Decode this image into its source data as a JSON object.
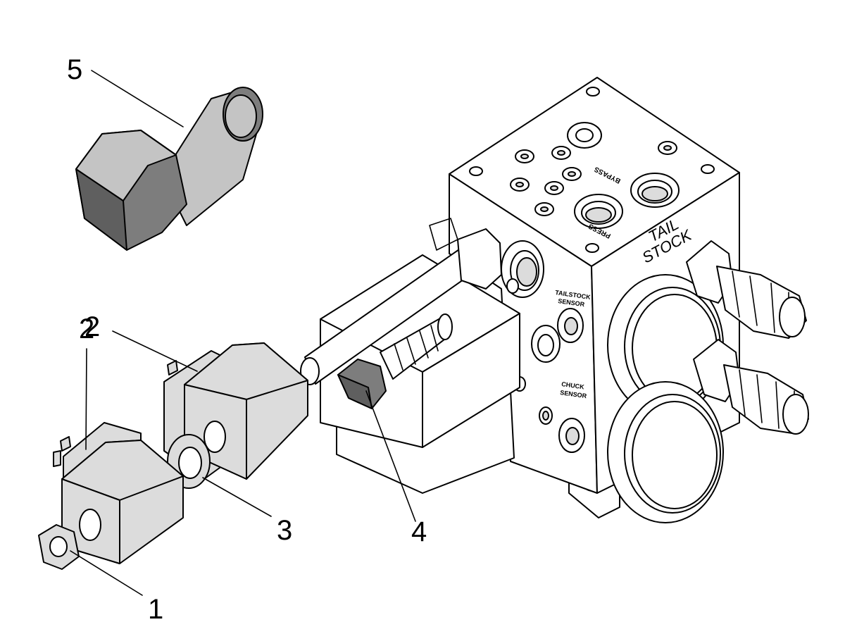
{
  "callouts": {
    "c1": "1",
    "c2a": "2",
    "c2b": "2",
    "c3": "3",
    "c4": "4",
    "c5": "5"
  },
  "manifold_labels": {
    "bypass": "BYPASS",
    "press": "PRESS",
    "tail_stock_1": "TAIL",
    "tail_stock_2": "STOCK",
    "tailstock_sensor_1": "TAILSTOCK",
    "tailstock_sensor_2": "SENSOR",
    "chuck_sensor_1": "CHUCK",
    "chuck_sensor_2": "SENSOR"
  }
}
